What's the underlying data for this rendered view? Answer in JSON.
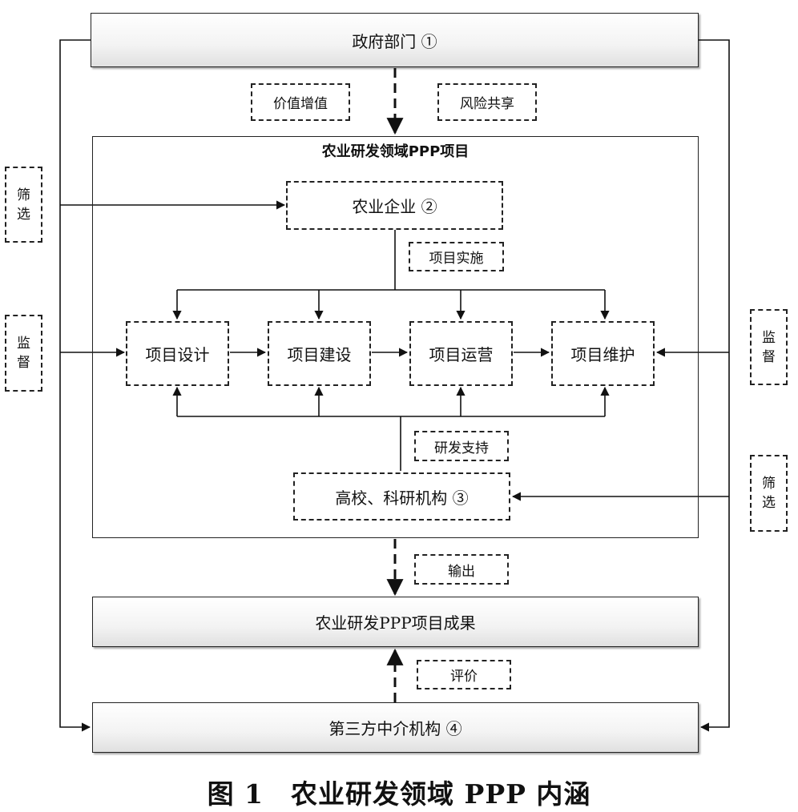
{
  "gov": "政府部门 ①",
  "tag_value": "价值增值",
  "tag_risk": "风险共享",
  "project_title": "农业研发领域PPP项目",
  "enterprise": "农业企业 ②",
  "tag_impl": "项目实施",
  "step_design": "项目设计",
  "step_build": "项目建设",
  "step_operate": "项目运营",
  "step_maintain": "项目维护",
  "tag_rd": "研发支持",
  "universities": "高校、科研机构 ③",
  "tag_output": "输出",
  "result": "农业研发PPP项目成果",
  "tag_eval": "评价",
  "third_party": "第三方中介机构 ④",
  "left_screen": [
    "筛",
    "选"
  ],
  "left_supervise": [
    "监",
    "督"
  ],
  "right_supervise": [
    "监",
    "督"
  ],
  "right_screen": [
    "筛",
    "选"
  ],
  "caption": "图 1　农业研发领域 PPP 内涵"
}
